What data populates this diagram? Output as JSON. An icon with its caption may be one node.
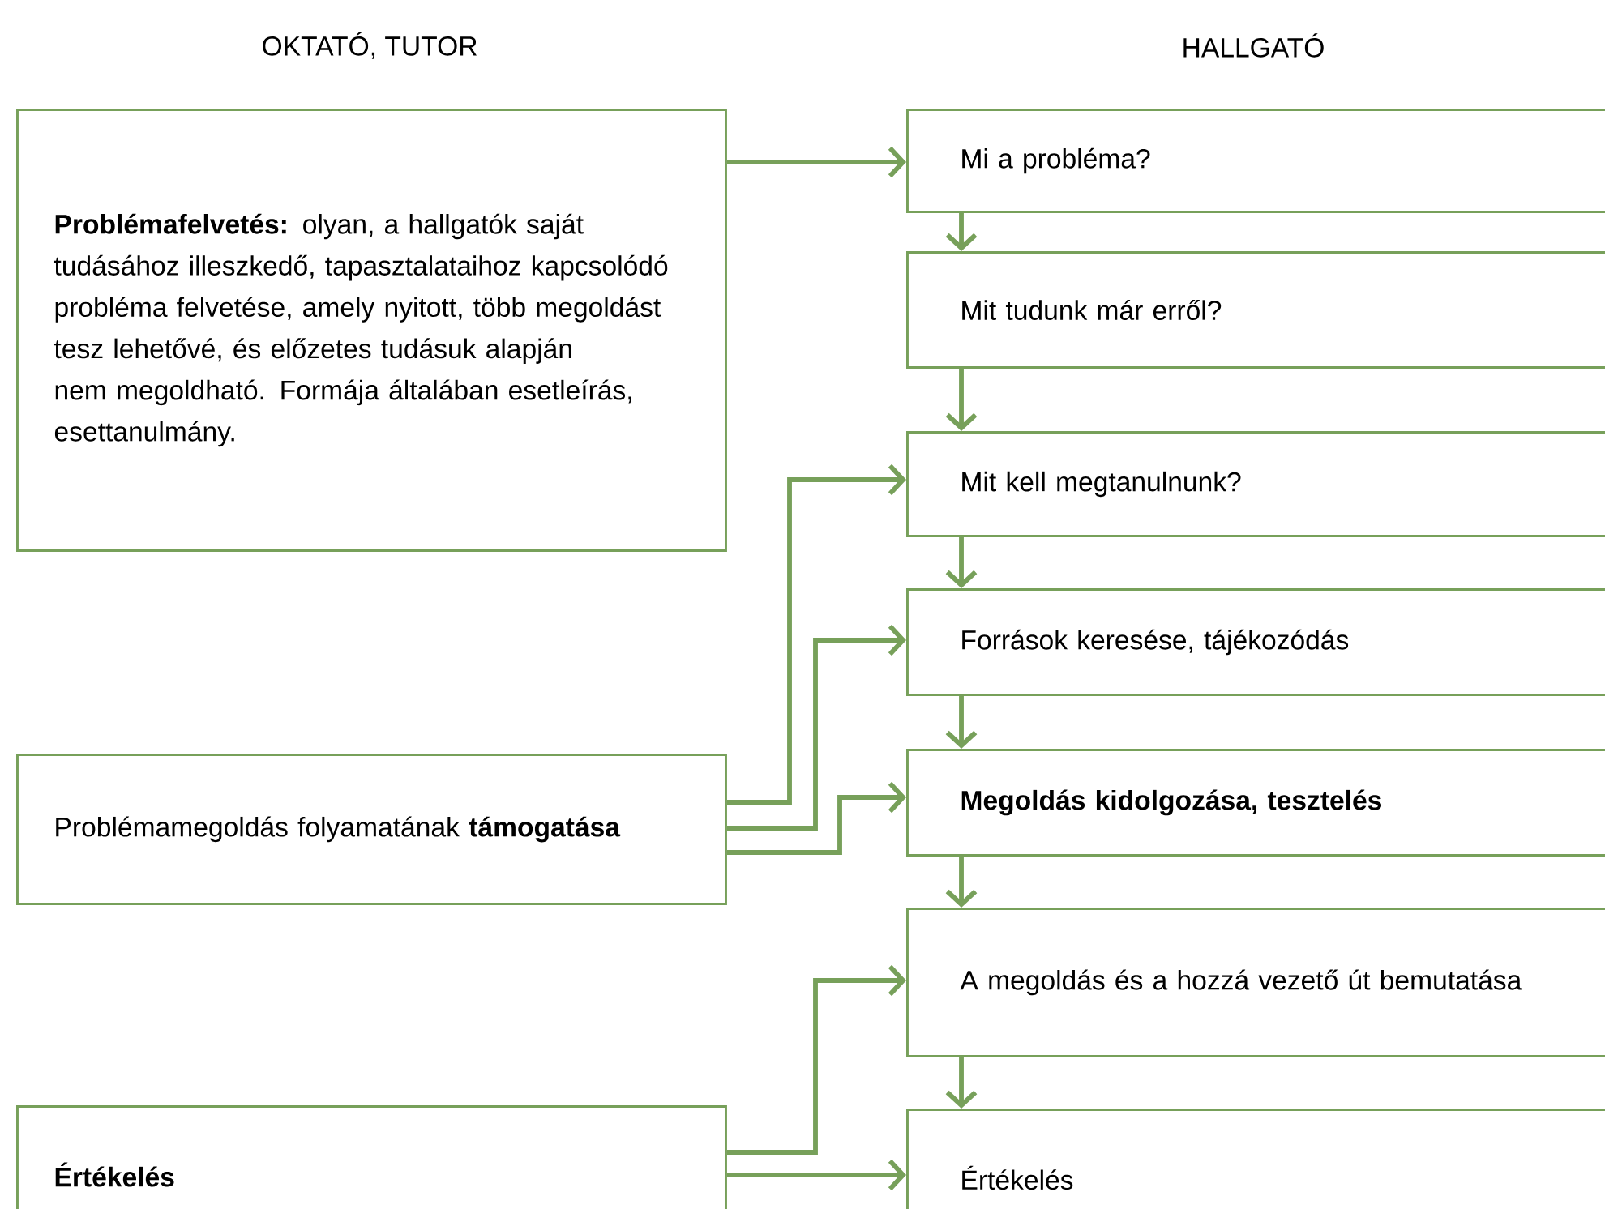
{
  "diagram": {
    "nodes": [
      {
        "text": [
          "**Problémafelvetés:** olyan, a hallgatók saját tudásához illeszkedő, tapasztalataihoz kapcsolódó probléma felvetése, amely nyitott, több megoldást tesz lehetővé, és előzetes tudásuk alapján nem megoldható. Formája általában esetleírás, esettanulmány."
        ]
      },
      {
        "text": [
          "Problémamegoldás folyamatának **támogatása**"
        ]
      },
      {
        "text": [
          "Értékelés"
        ]
      },
      {
        "text": [
          "Mi a probléma?"
        ]
      },
      {
        "text": [
          "Mit tudunk már erről?"
        ]
      },
      {
        "text": [
          "Mit kell megtanulnunk?"
        ]
      },
      {
        "text": [
          "Források keresése, tájékozódás"
        ]
      },
      {
        "text": [
          "Megoldás kidolgozása, tesztelés"
        ]
      },
      {
        "text": [
          "A megoldás és a hozzá vezető út bemutatása"
        ]
      },
      {
        "text": [
          "Értékelés"
        ]
      }
    ],
    "edges": [
      {
        "from": 0,
        "to": 3,
        "arrow": "to"
      },
      {
        "from": 3,
        "to": 4,
        "arrow": "to"
      },
      {
        "from": 4,
        "to": 5,
        "arrow": "to"
      },
      {
        "from": 1,
        "to": 5,
        "arrow": "to"
      },
      {
        "from": 5,
        "to": 6,
        "arrow": "to"
      },
      {
        "from": 1,
        "to": 6,
        "arrow": "to"
      },
      {
        "from": 6,
        "to": 7,
        "arrow": "to"
      },
      {
        "from": 1,
        "to": 7,
        "arrow": "to"
      },
      {
        "from": 7,
        "to": 8,
        "arrow": "to"
      },
      {
        "from": 2,
        "to": 8,
        "arrow": "to"
      },
      {
        "from": 8,
        "to": 9,
        "arrow": "to"
      },
      {
        "from": 2,
        "to": 9,
        "arrow": "to"
      }
    ],
    "labels": [
      "OKTATÓ, TUTOR",
      "HALLGATÓ"
    ]
  }
}
